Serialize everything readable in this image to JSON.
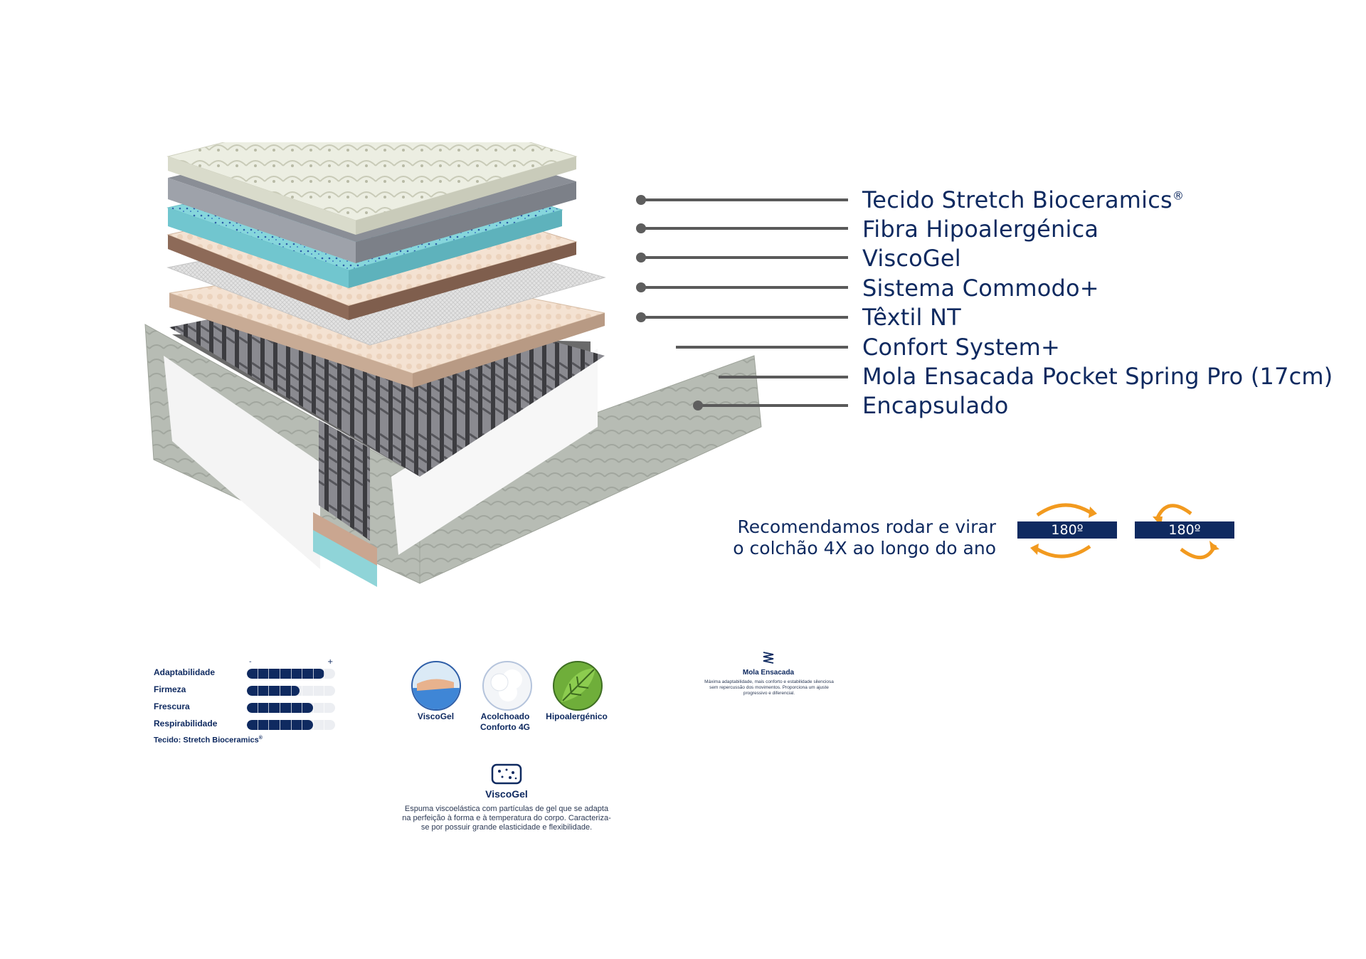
{
  "layers": [
    {
      "label": "Tecido Stretch Bioceramics",
      "mark": "®"
    },
    {
      "label": "Fibra Hipoalergénica"
    },
    {
      "label": "ViscoGel"
    },
    {
      "label": "Sistema Commodo+"
    },
    {
      "label": "Têxtil NT"
    },
    {
      "label": "Confort System+"
    },
    {
      "label": "Mola Ensacada Pocket Spring Pro (17cm)"
    },
    {
      "label": "Encapsulado"
    }
  ],
  "rotate": {
    "line1": "Recomendamos rodar e virar",
    "line2": "o colchão 4X ao longo do ano",
    "badge1": "180º",
    "badge2": "180º"
  },
  "ratings": {
    "minus": "-",
    "plus": "+",
    "items": [
      {
        "label": "Adaptabilidade",
        "level": 0.88
      },
      {
        "label": "Firmeza",
        "level": 0.6
      },
      {
        "label": "Frescura",
        "level": 0.75
      },
      {
        "label": "Respirabilidade",
        "level": 0.75
      }
    ],
    "fabric": "Tecido: Stretch Bioceramics",
    "fabric_mark": "®"
  },
  "badges": [
    {
      "label": "ViscoGel",
      "icon": "viscogel-badge-icon"
    },
    {
      "label": "Acolchoado Conforto 4G",
      "icon": "acolchoado-badge-icon"
    },
    {
      "label": "Hipoalergénico",
      "icon": "leaf-badge-icon"
    }
  ],
  "mola": {
    "title": "Mola Ensacada",
    "text": "Máxima adaptabilidade, mais conforto e estabilidade silenciosa sem repercussão dos movimentos. Proporciona um ajuste progressivo e diferencial."
  },
  "viscogel": {
    "title": "ViscoGel",
    "text": "Espuma viscoelástica com partículas de gel que se adapta na perfeição à forma e à temperatura do corpo. Caracteriza-se por possuir grande elasticidade e flexibilidade."
  },
  "colors": {
    "navy": "#0f2a60",
    "orange": "#f29a1f",
    "leader": "#5a5a5a"
  }
}
